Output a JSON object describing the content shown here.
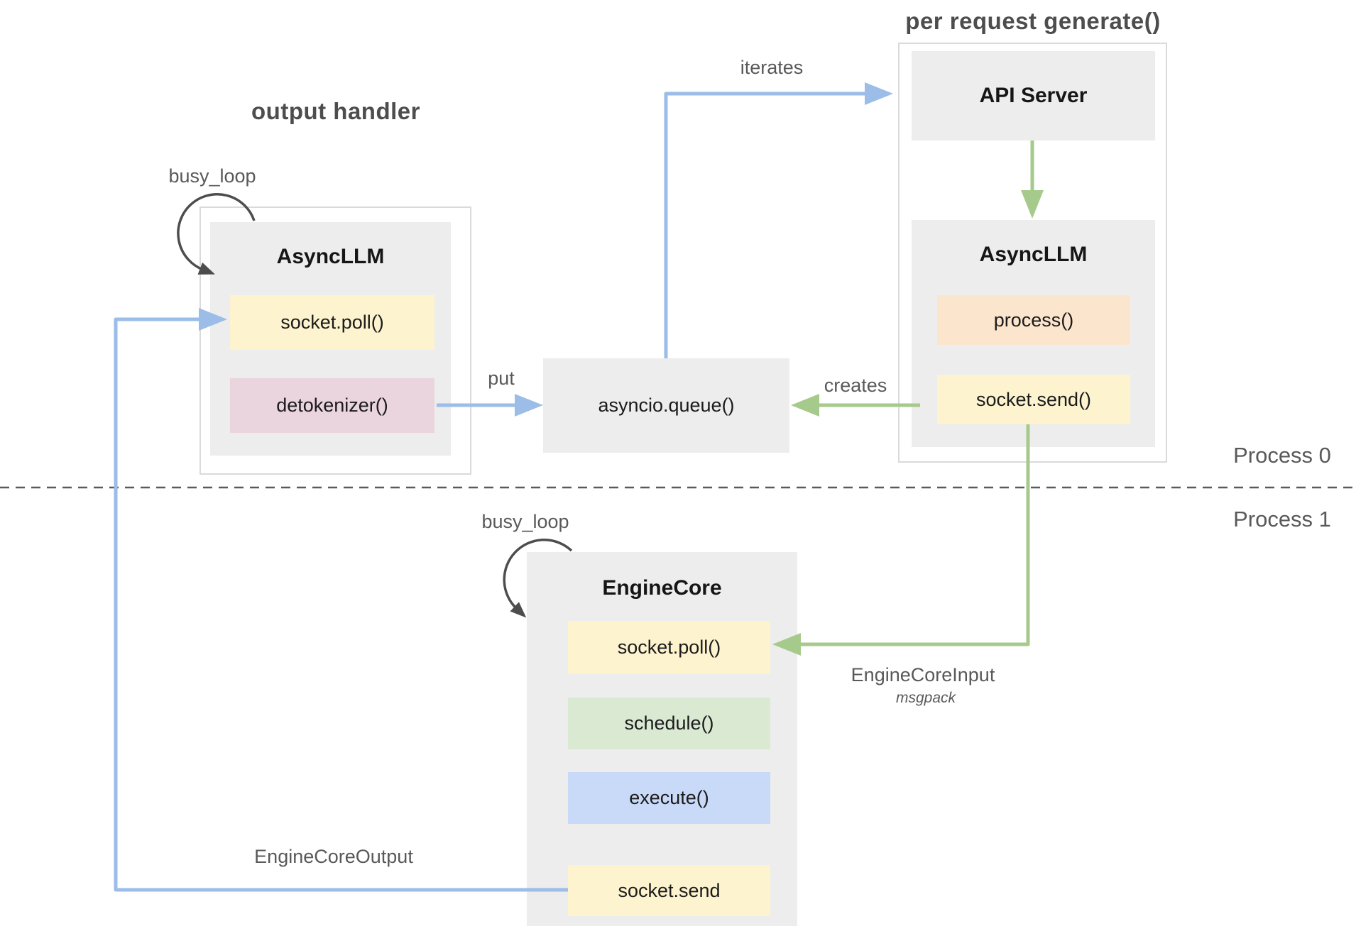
{
  "section_titles": {
    "output_handler": "output handler",
    "per_request": "per request generate()"
  },
  "process_labels": {
    "process0": "Process 0",
    "process1": "Process 1"
  },
  "left_group": {
    "title": "AsyncLLM",
    "methods": [
      {
        "name": "socket.poll()",
        "bg": "#fdf3cf"
      },
      {
        "name": "detokenizer()",
        "bg": "#ead4dd"
      }
    ]
  },
  "queue": {
    "label": "asyncio.queue()"
  },
  "right_group": {
    "api_server": "API Server",
    "title": "AsyncLLM",
    "methods": [
      {
        "name": "process()",
        "bg": "#fbe5cd"
      },
      {
        "name": "socket.send()",
        "bg": "#fdf3cf"
      }
    ]
  },
  "engine_group": {
    "title": "EngineCore",
    "methods": [
      {
        "name": "socket.poll()",
        "bg": "#fdf3cf"
      },
      {
        "name": "schedule()",
        "bg": "#daead2"
      },
      {
        "name": "execute()",
        "bg": "#c9daf8"
      },
      {
        "name": "socket.send",
        "bg": "#fdf3cf"
      }
    ]
  },
  "edge_labels": {
    "busy_loop_left": "busy_loop",
    "busy_loop_engine": "busy_loop",
    "put": "put",
    "iterates": "iterates",
    "creates": "creates",
    "engine_core_output": "EngineCoreOutput",
    "engine_core_input": "EngineCoreInput",
    "msgpack": "msgpack"
  },
  "colors": {
    "blue_arrow": "#9bbde7",
    "green_arrow": "#a6ca8b",
    "loop_arrow": "#4d4d4d",
    "divider": "#5a5a5a",
    "box_gray": "#ededed",
    "container_border": "#dadada",
    "yellow_box": "#fdf3cf",
    "pink_box": "#ead4dd",
    "orange_box": "#fbe5cd",
    "green_box": "#daead2",
    "blue_box": "#c9daf8"
  }
}
